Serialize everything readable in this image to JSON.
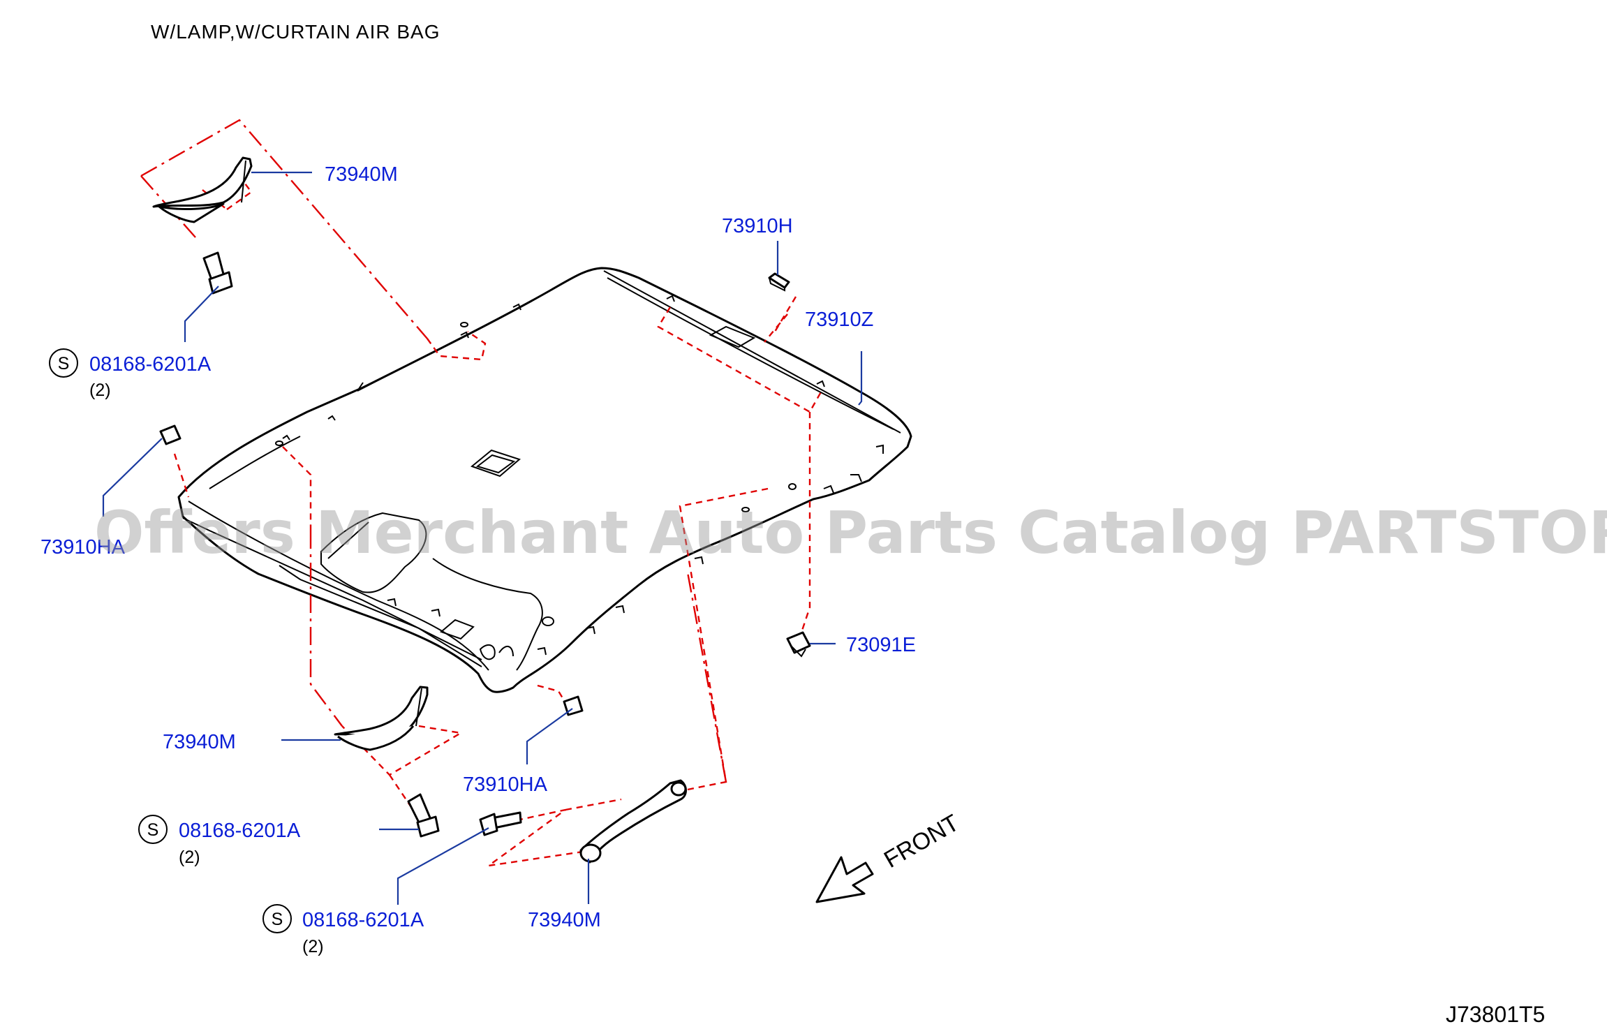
{
  "title": "W/LAMP,W/CURTAIN  AIR  BAG",
  "callouts": {
    "grip_top_left": "73940M",
    "bolt_top_left": "08168-6201A",
    "bolt_top_left_qty": "(2)",
    "hook_top": "73910H",
    "headlining": "73910Z",
    "hook_left": "73910HA",
    "clip_right": "73091E",
    "grip_center_left": "73940M",
    "hook_bottom": "73910HA",
    "bolt_mid_left": "08168-6201A",
    "bolt_mid_left_qty": "(2)",
    "bolt_bottom": "08168-6201A",
    "bolt_bottom_qty": "(2)",
    "grip_bottom": "73940M"
  },
  "standard_part_symbol": "S",
  "direction_label": "FRONT",
  "diagram_code": "J73801T5",
  "watermark": "Offers Merchant Auto Parts Catalog PARTSTORE.SA",
  "colors": {
    "part_number": "#0a1ed6",
    "leader_line": "#1a3aa0",
    "phantom_line": "#e00000",
    "outline": "#000000",
    "watermark": "#9a9a9a"
  }
}
